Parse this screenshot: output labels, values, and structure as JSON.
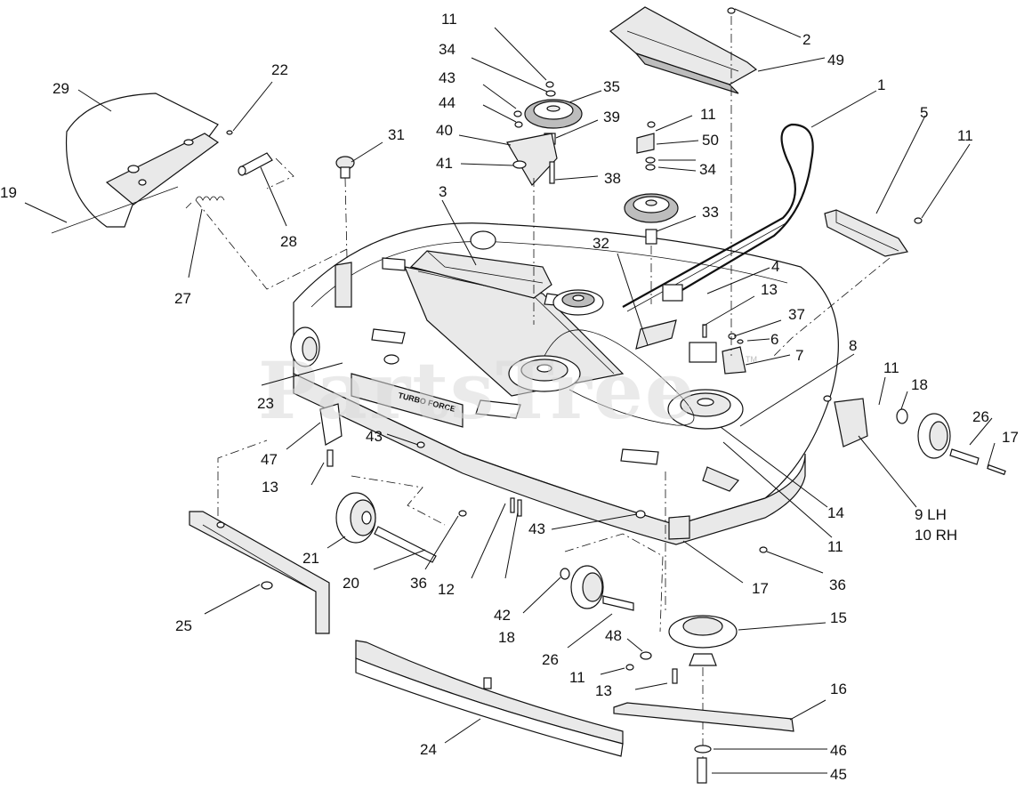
{
  "watermark": "PartsTree",
  "watermark_tm": "TM",
  "deck_decal": "TURBO FORCE",
  "callouts": [
    {
      "id": "c-1",
      "text": "1"
    },
    {
      "id": "c-2",
      "text": "2"
    },
    {
      "id": "c-3",
      "text": "3"
    },
    {
      "id": "c-4",
      "text": "4"
    },
    {
      "id": "c-5",
      "text": "5"
    },
    {
      "id": "c-6",
      "text": "6"
    },
    {
      "id": "c-7",
      "text": "7"
    },
    {
      "id": "c-8",
      "text": "8"
    },
    {
      "id": "c-9",
      "text": "9 LH"
    },
    {
      "id": "c-10",
      "text": "10 RH"
    },
    {
      "id": "c-11a",
      "text": "11"
    },
    {
      "id": "c-11b",
      "text": "11"
    },
    {
      "id": "c-11c",
      "text": "11"
    },
    {
      "id": "c-11d",
      "text": "11"
    },
    {
      "id": "c-11e",
      "text": "11"
    },
    {
      "id": "c-11f",
      "text": "11"
    },
    {
      "id": "c-12",
      "text": "12"
    },
    {
      "id": "c-13a",
      "text": "13"
    },
    {
      "id": "c-13b",
      "text": "13"
    },
    {
      "id": "c-13c",
      "text": "13"
    },
    {
      "id": "c-14",
      "text": "14"
    },
    {
      "id": "c-15",
      "text": "15"
    },
    {
      "id": "c-16",
      "text": "16"
    },
    {
      "id": "c-17a",
      "text": "17"
    },
    {
      "id": "c-17b",
      "text": "17"
    },
    {
      "id": "c-18a",
      "text": "18"
    },
    {
      "id": "c-18b",
      "text": "18"
    },
    {
      "id": "c-19",
      "text": "19"
    },
    {
      "id": "c-20",
      "text": "20"
    },
    {
      "id": "c-21",
      "text": "21"
    },
    {
      "id": "c-22",
      "text": "22"
    },
    {
      "id": "c-23",
      "text": "23"
    },
    {
      "id": "c-24",
      "text": "24"
    },
    {
      "id": "c-25",
      "text": "25"
    },
    {
      "id": "c-26a",
      "text": "26"
    },
    {
      "id": "c-26b",
      "text": "26"
    },
    {
      "id": "c-27",
      "text": "27"
    },
    {
      "id": "c-28",
      "text": "28"
    },
    {
      "id": "c-29",
      "text": "29"
    },
    {
      "id": "c-31",
      "text": "31"
    },
    {
      "id": "c-32",
      "text": "32"
    },
    {
      "id": "c-33",
      "text": "33"
    },
    {
      "id": "c-34a",
      "text": "34"
    },
    {
      "id": "c-34b",
      "text": "34"
    },
    {
      "id": "c-35",
      "text": "35"
    },
    {
      "id": "c-36a",
      "text": "36"
    },
    {
      "id": "c-36b",
      "text": "36"
    },
    {
      "id": "c-37",
      "text": "37"
    },
    {
      "id": "c-38",
      "text": "38"
    },
    {
      "id": "c-39",
      "text": "39"
    },
    {
      "id": "c-40",
      "text": "40"
    },
    {
      "id": "c-41",
      "text": "41"
    },
    {
      "id": "c-42",
      "text": "42"
    },
    {
      "id": "c-43a",
      "text": "43"
    },
    {
      "id": "c-43b",
      "text": "43"
    },
    {
      "id": "c-43c",
      "text": "43"
    },
    {
      "id": "c-44",
      "text": "44"
    },
    {
      "id": "c-45",
      "text": "45"
    },
    {
      "id": "c-46",
      "text": "46"
    },
    {
      "id": "c-47",
      "text": "47"
    },
    {
      "id": "c-48",
      "text": "48"
    },
    {
      "id": "c-49",
      "text": "49"
    },
    {
      "id": "c-50",
      "text": "50"
    }
  ]
}
